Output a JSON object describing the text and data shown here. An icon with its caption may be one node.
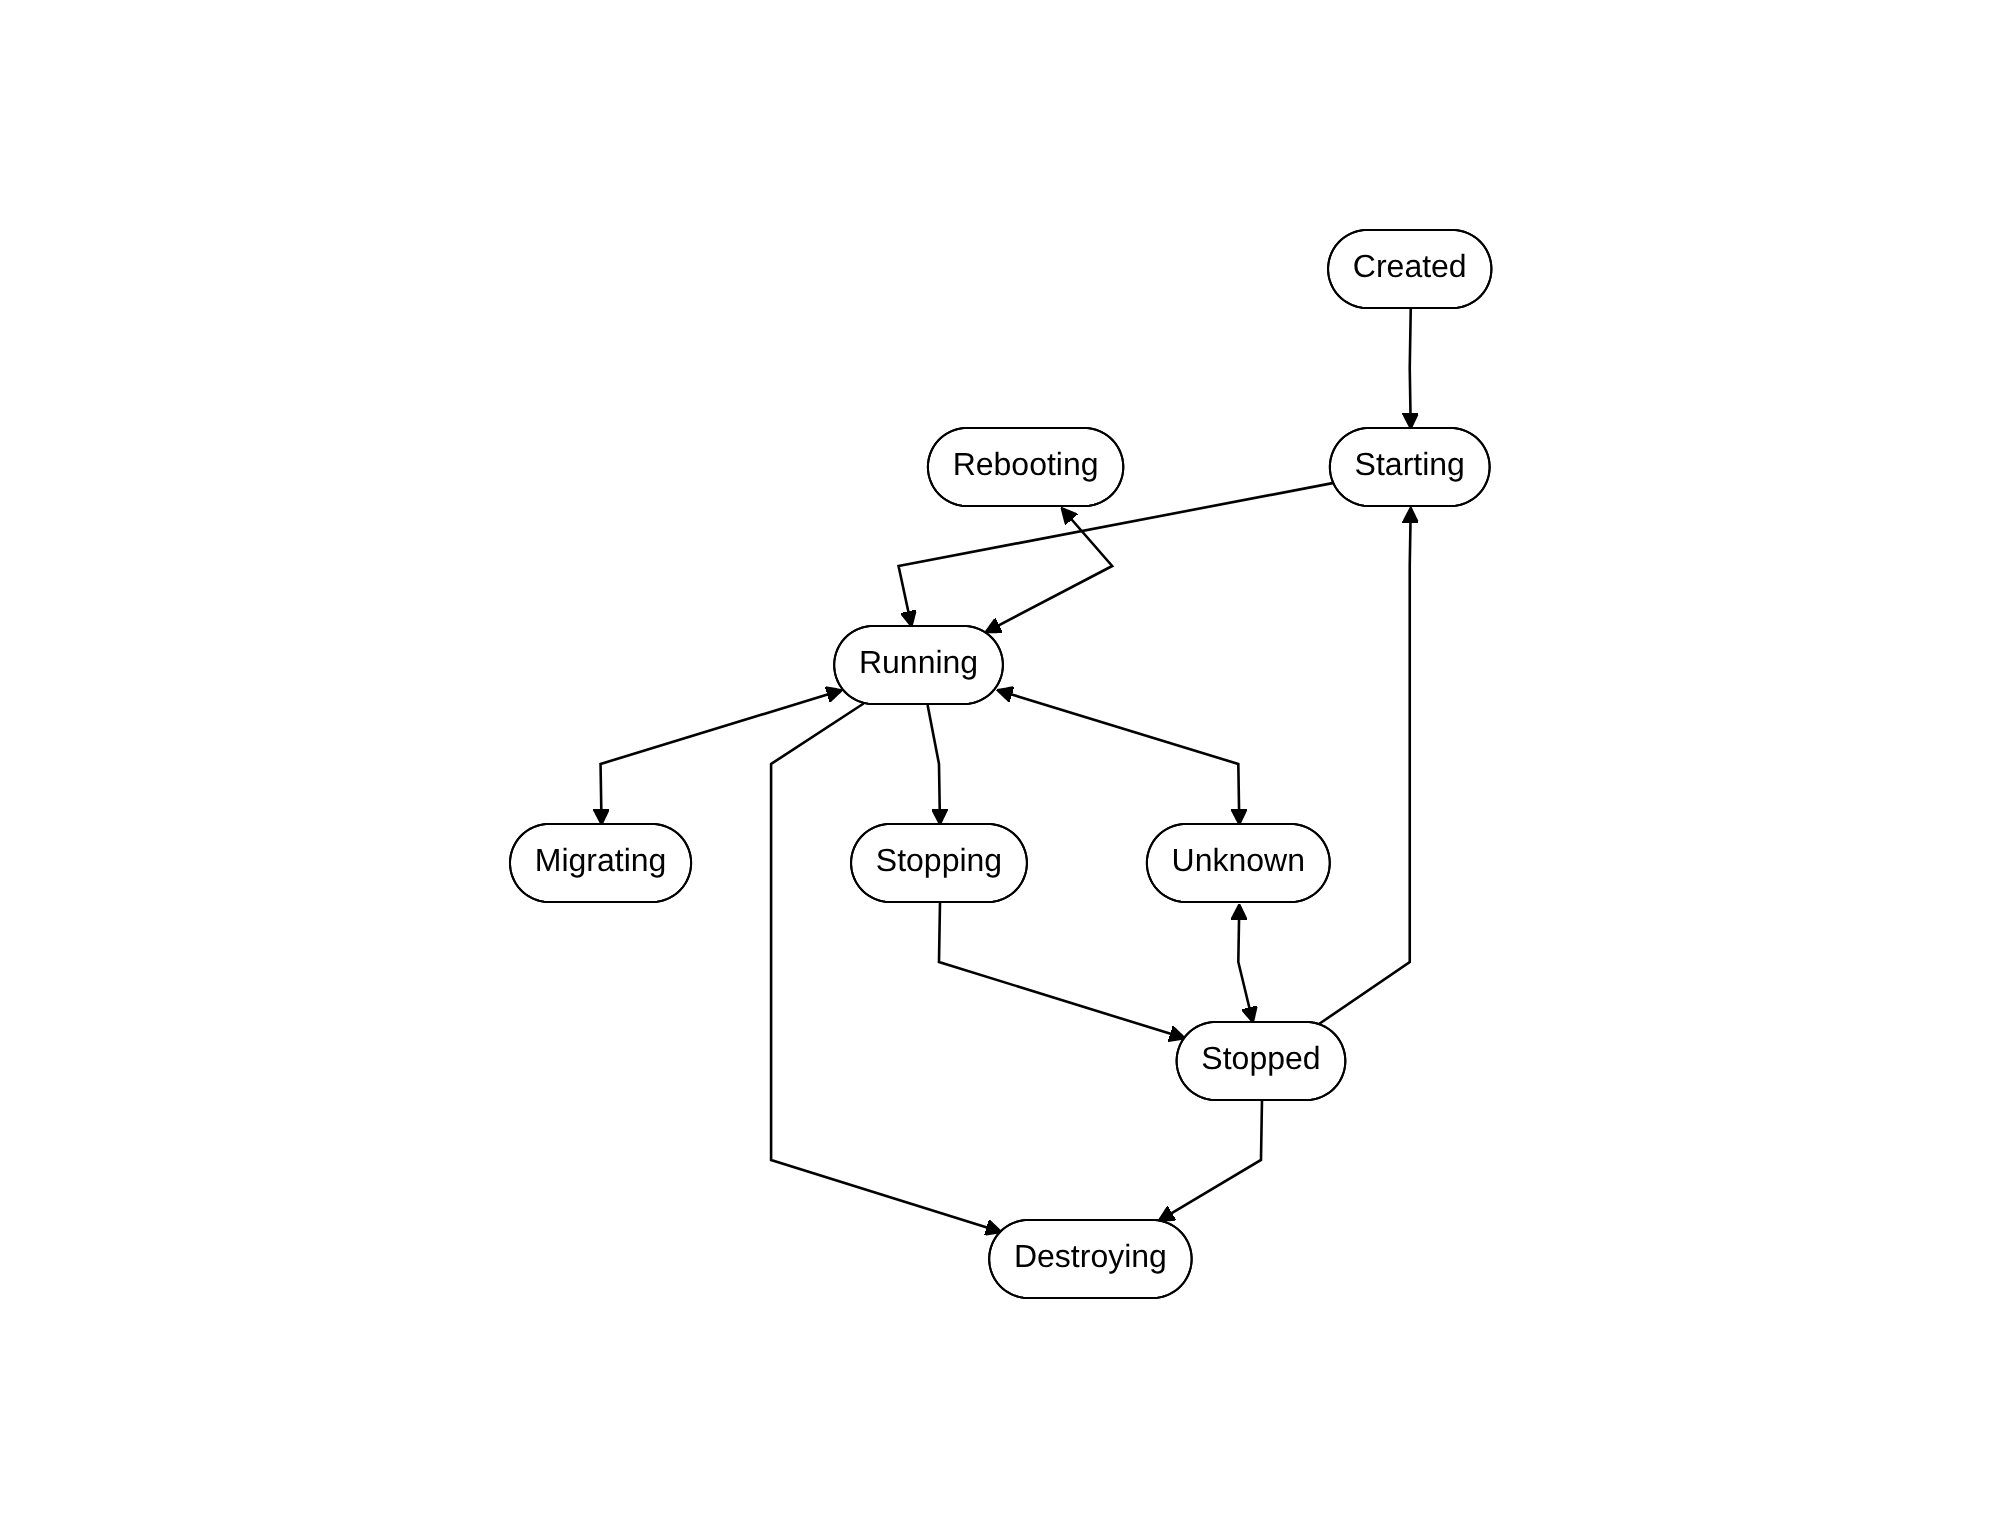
{
  "diagram": {
    "nodes": [
      {
        "text": [
          "Created"
        ]
      },
      {
        "text": [
          "Rebooting"
        ]
      },
      {
        "text": [
          "Starting"
        ]
      },
      {
        "text": [
          "Running"
        ]
      },
      {
        "text": [
          "Migrating"
        ]
      },
      {
        "text": [
          "Stopping"
        ]
      },
      {
        "text": [
          "Unknown"
        ]
      },
      {
        "text": [
          "Stopped"
        ]
      },
      {
        "text": [
          "Destroying"
        ]
      }
    ],
    "edges": [
      {
        "from": 0,
        "to": 2,
        "arrow": "to"
      },
      {
        "from": 2,
        "to": 3,
        "arrow": "to"
      },
      {
        "from": 1,
        "to": 3,
        "arrow": "both"
      },
      {
        "from": 3,
        "to": 4,
        "arrow": "both"
      },
      {
        "from": 3,
        "to": 5,
        "arrow": "to"
      },
      {
        "from": 3,
        "to": 6,
        "arrow": "both"
      },
      {
        "from": 3,
        "to": 8,
        "arrow": "to"
      },
      {
        "from": 5,
        "to": 7,
        "arrow": "to"
      },
      {
        "from": 6,
        "to": 7,
        "arrow": "both"
      },
      {
        "from": 7,
        "to": 8,
        "arrow": "to"
      },
      {
        "from": 7,
        "to": 2,
        "arrow": "to"
      }
    ]
  }
}
